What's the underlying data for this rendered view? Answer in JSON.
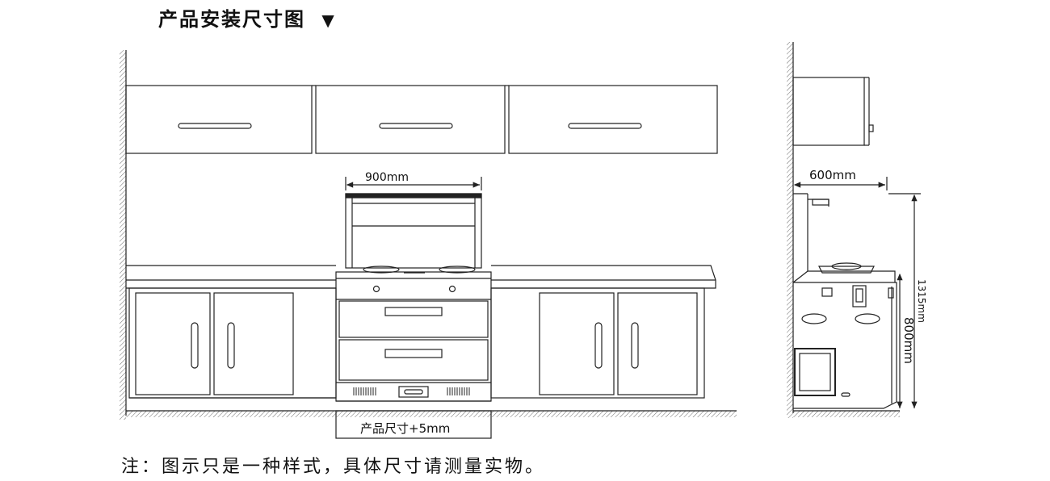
{
  "title": "产品安装尺寸图",
  "title_marker": "▼",
  "dimensions": {
    "width_front": "900mm",
    "depth_side": "600mm",
    "total_height": "1315mm",
    "counter_height": "800mm",
    "cutout": "产品尺寸+5mm"
  },
  "note": "注：图示只是一种样式，具体尺寸请测量实物。",
  "colors": {
    "line": "#222222",
    "background": "#ffffff"
  }
}
